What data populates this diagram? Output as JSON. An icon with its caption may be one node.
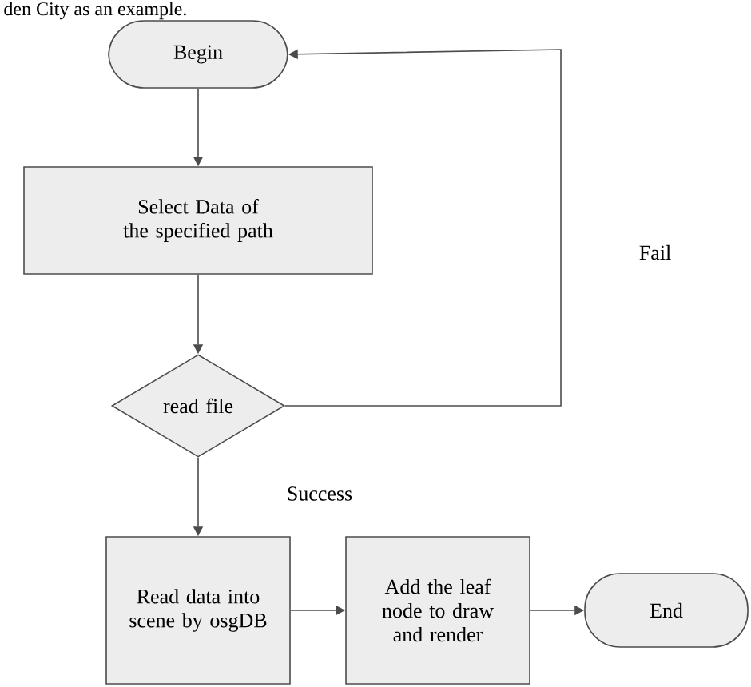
{
  "diagram": {
    "nodes": [
      {
        "text": [
          "Begin"
        ]
      },
      {
        "text": [
          "Select Data of the specified path"
        ]
      },
      {
        "text": [
          "read file"
        ]
      },
      {
        "text": [
          "Read data into scene by osgDB"
        ]
      },
      {
        "text": [
          "Add the leaf node to draw and render"
        ]
      },
      {
        "text": [
          "End"
        ]
      }
    ],
    "edges": [
      {
        "from": 0,
        "to": 1,
        "arrow": "to"
      },
      {
        "from": 1,
        "to": 2,
        "arrow": "to"
      },
      {
        "from": 2,
        "to": 3,
        "arrow": "to",
        "label": "Success"
      },
      {
        "from": 3,
        "to": 4,
        "arrow": "to"
      },
      {
        "from": 4,
        "to": 5,
        "arrow": "to"
      },
      {
        "from": 2,
        "to": 0,
        "arrow": "to",
        "label": "Fail"
      }
    ],
    "labels": [
      "den City as an example."
    ]
  }
}
